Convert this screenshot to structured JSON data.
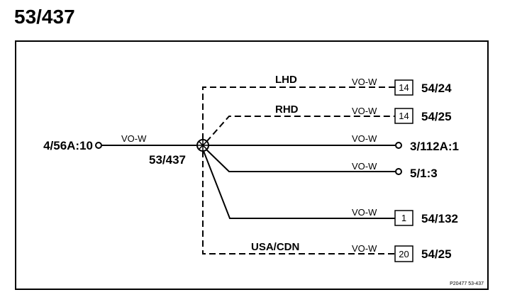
{
  "page_title": "53/437",
  "splice": {
    "label": "53/437"
  },
  "source": {
    "label": "4/56A:10",
    "wire_color": "VO-W"
  },
  "branches": [
    {
      "route_label": "LHD",
      "wire_color": "VO-W",
      "box_number": "14",
      "destination": "54/24"
    },
    {
      "route_label": "RHD",
      "wire_color": "VO-W",
      "box_number": "14",
      "destination": "54/25"
    },
    {
      "route_label": "",
      "wire_color": "VO-W",
      "box_number": "",
      "destination": "3/112A:1"
    },
    {
      "route_label": "",
      "wire_color": "VO-W",
      "box_number": "",
      "destination": "5/1:3"
    },
    {
      "route_label": "",
      "wire_color": "VO-W",
      "box_number": "1",
      "destination": "54/132"
    },
    {
      "route_label": "USA/CDN",
      "wire_color": "VO-W",
      "box_number": "20",
      "destination": "54/25"
    }
  ],
  "figure_code": "P20477 53-437"
}
